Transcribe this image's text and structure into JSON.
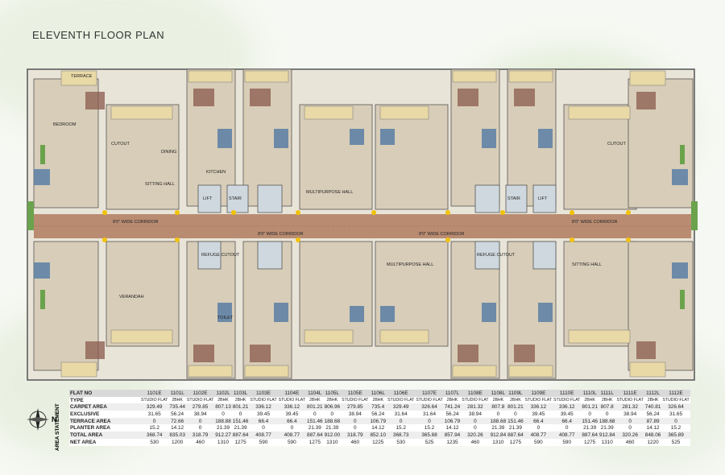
{
  "title": "ELEVENTH FLOOR  PLAN",
  "compass": {
    "label": "N"
  },
  "area_statement_label": "AREA STATEMENT",
  "plan_labels": {
    "corridor_a": "8'0\" WIDE CORRIDOR",
    "corridor_b": "8'0\" WIDE CORRIDOR",
    "corridor_c": "8'0\" WIDE CORRIDOR",
    "corridor_d": "8'0\" WIDE CORRIDOR",
    "stair_left": "STAIR",
    "stair_right": "STAIR",
    "lift_left": "LIFT",
    "lift_right": "LIFT",
    "refuge_left": "REFUGE CUTOUT",
    "refuge_right": "REFUGE CUTOUT",
    "cutout_left": "CUTOUT",
    "cutout_right": "CUTOUT",
    "terrace": "TERRACE",
    "bedroom": "BEDROOM",
    "dining": "DINING",
    "kitchen": "KITCHEN",
    "toilet": "TOILET",
    "verandah": "VERANDAH",
    "sitting_hall": "SITTING HALL",
    "multipurpose_hall": "MULTIPURPOSE HALL"
  },
  "area_table": {
    "columns": [
      "1101E",
      "1101L",
      "1102E",
      "1102L",
      "1103L",
      "1103E",
      "1104E",
      "1104L",
      "1105L",
      "1105E",
      "1106L",
      "1106E",
      "1107E",
      "1107L",
      "1108E",
      "1108L",
      "1109L",
      "1109E",
      "1110E",
      "1110L",
      "1111L",
      "1111E",
      "1112L",
      "1112E"
    ],
    "rows": [
      {
        "label": "FLAT NO",
        "values": [
          "1101E",
          "1101L",
          "1102E",
          "1102L",
          "1103L",
          "1103E",
          "1104E",
          "1104L",
          "1105L",
          "1105E",
          "1106L",
          "1106E",
          "1107E",
          "1107L",
          "1108E",
          "1108L",
          "1109L",
          "1109E",
          "1110E",
          "1110L",
          "1111L",
          "1111E",
          "1112L",
          "1112E"
        ]
      },
      {
        "label": "TYPE",
        "values": [
          "STUDIO FLAT",
          "2BHK",
          "STUDIO FLAT",
          "2BHK",
          "2BHK",
          "STUDIO FLAT",
          "STUDIO FLAT",
          "2BHK",
          "2BHK",
          "STUDIO FLAT",
          "2BHK",
          "STUDIO FLAT",
          "STUDIO FLAT",
          "2BHK",
          "STUDIO FLAT",
          "2BHK",
          "2BHK",
          "STUDIO FLAT",
          "STUDIO FLAT",
          "2BHK",
          "2BHK",
          "STUDIO FLAT",
          "2BHK",
          "STUDIO FLAT"
        ]
      },
      {
        "label": "CARPET AREA",
        "values": [
          "329.49",
          "735.44",
          "279.85",
          "807.13",
          "801.21",
          "336.12",
          "336.12",
          "801.21",
          "806.96",
          "279.85",
          "735.4",
          "329.49",
          "326.64",
          "741.24",
          "281.32",
          "807.8",
          "801.21",
          "336.12",
          "336.12",
          "801.21",
          "807.8",
          "281.32",
          "740.81",
          "326.64"
        ]
      },
      {
        "label": "EXCLUSIVE",
        "values": [
          "31.65",
          "56.24",
          "38.94",
          "0",
          "0",
          "39.45",
          "39.45",
          "0",
          "0",
          "38.94",
          "56.24",
          "31.64",
          "31.64",
          "56.24",
          "38.94",
          "0",
          "0",
          "39.45",
          "39.45",
          "0",
          "0",
          "38.94",
          "56.24",
          "31.65"
        ]
      },
      {
        "label": "TERRACE AREA",
        "values": [
          "0",
          "72.66",
          "0",
          "188.88",
          "151.46",
          "66.4",
          "66.4",
          "151.46",
          "188.68",
          "0",
          "106.79",
          "0",
          "0",
          "106.79",
          "0",
          "188.68",
          "151.46",
          "66.4",
          "66.4",
          "151.46",
          "188.68",
          "0",
          "87.89",
          "0"
        ]
      },
      {
        "label": "PLANTER AREA",
        "values": [
          "15.2",
          "14.12",
          "0",
          "21.39",
          "21.39",
          "0",
          "0",
          "21.39",
          "21.39",
          "0",
          "14.12",
          "15.2",
          "15.2",
          "14.12",
          "0",
          "21.39",
          "21.39",
          "0",
          "0",
          "21.39",
          "21.39",
          "0",
          "14.12",
          "15.2"
        ]
      },
      {
        "label": "TOTAL AREA",
        "values": [
          "368.74",
          "835.03",
          "318.79",
          "912.27",
          "887.64",
          "408.77",
          "408.77",
          "887.64",
          "912.00",
          "318.79",
          "852.10",
          "368.73",
          "365.88",
          "857.94",
          "320.26",
          "912.84",
          "887.64",
          "408.77",
          "408.77",
          "887.64",
          "912.84",
          "320.26",
          "848.06",
          "365.89"
        ]
      },
      {
        "label": "NET AREA",
        "values": [
          "530",
          "1200",
          "460",
          "1310",
          "1275",
          "590",
          "590",
          "1275",
          "1310",
          "460",
          "1225",
          "530",
          "525",
          "1235",
          "460",
          "1310",
          "1275",
          "590",
          "590",
          "1275",
          "1310",
          "460",
          "1220",
          "525"
        ]
      }
    ]
  }
}
